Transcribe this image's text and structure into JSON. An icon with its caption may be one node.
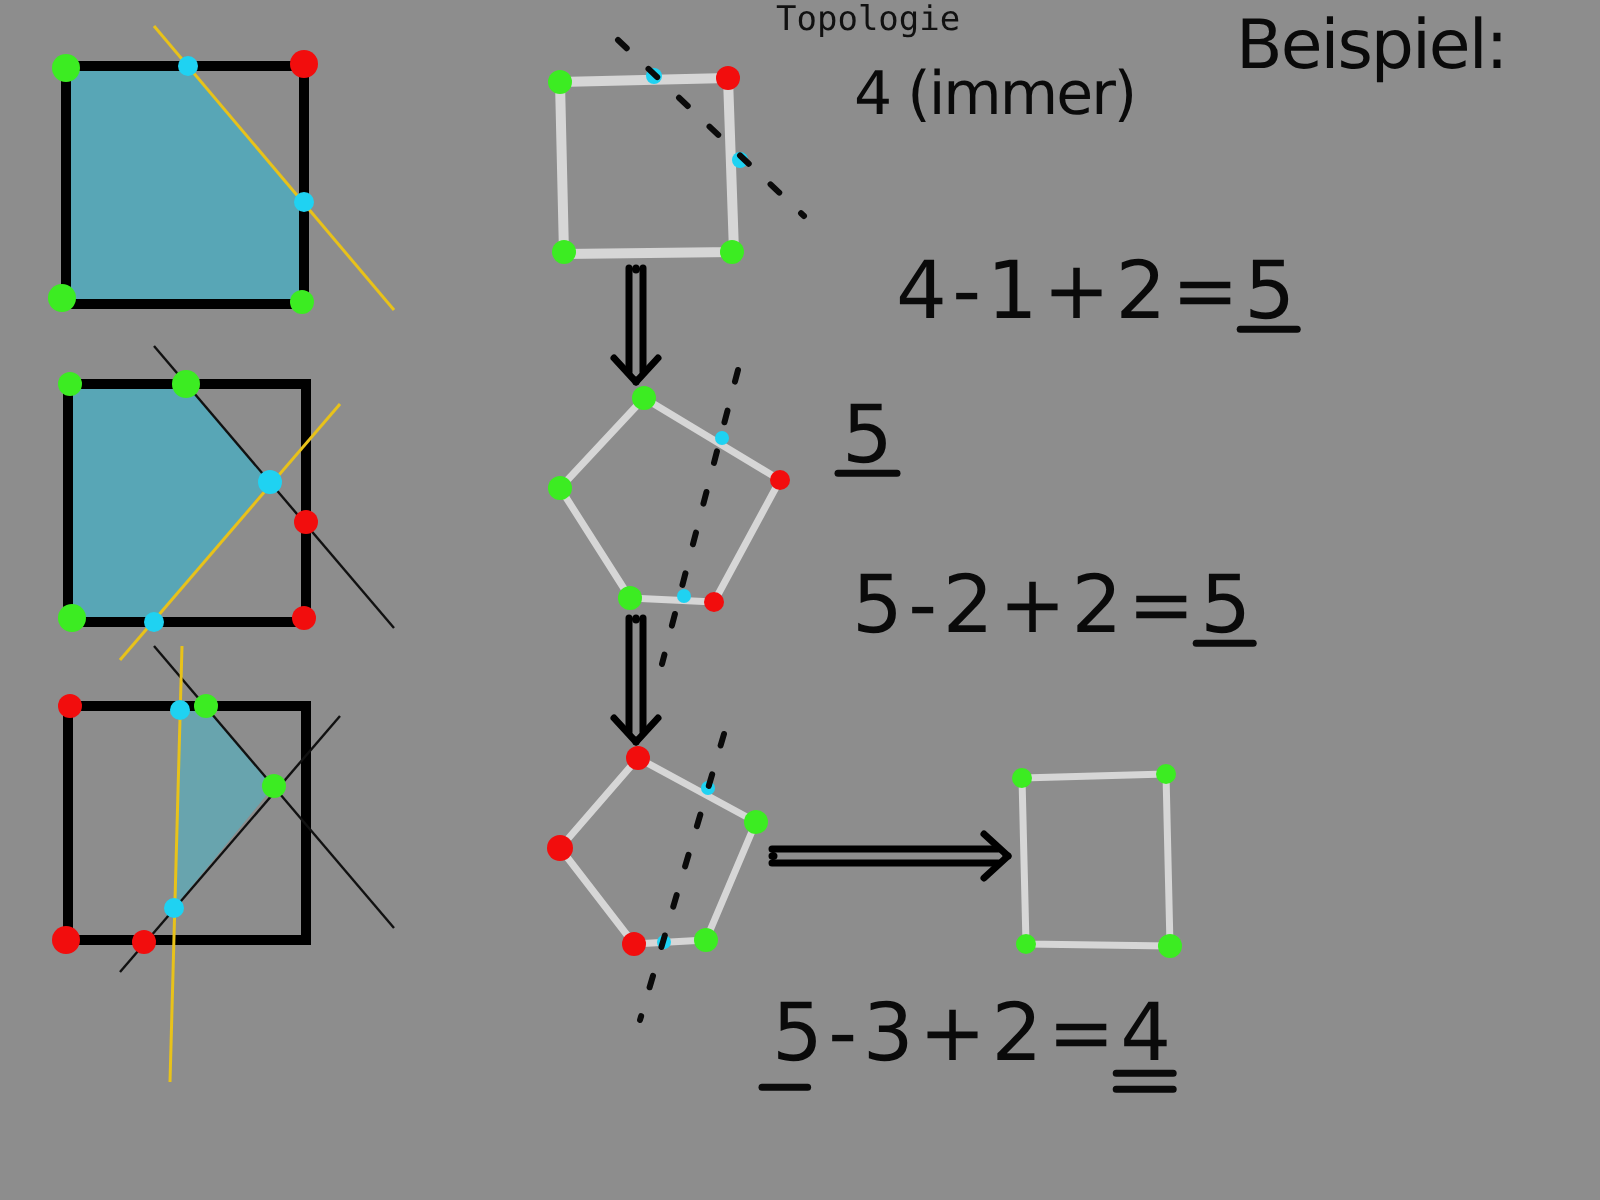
{
  "diagram": {
    "title": "Topologie",
    "nodes": [
      {
        "text": [],
        "shape": "box"
      },
      {
        "text": [],
        "shape": "pentagon"
      },
      {
        "text": [],
        "shape": "pentagon"
      },
      {
        "text": [],
        "shape": "box"
      }
    ],
    "edges": [
      {
        "from": 0,
        "to": 1,
        "arrow": "to"
      },
      {
        "from": 1,
        "to": 2,
        "arrow": "to"
      },
      {
        "from": 2,
        "to": 3,
        "arrow": "to"
      }
    ],
    "labels": [
      "Beispiel:",
      "4 (immer)",
      "4 - 1 + 2 = 5",
      "5",
      "5 - 2 + 2 = 5",
      "5 - 3 + 2 = 4"
    ]
  }
}
